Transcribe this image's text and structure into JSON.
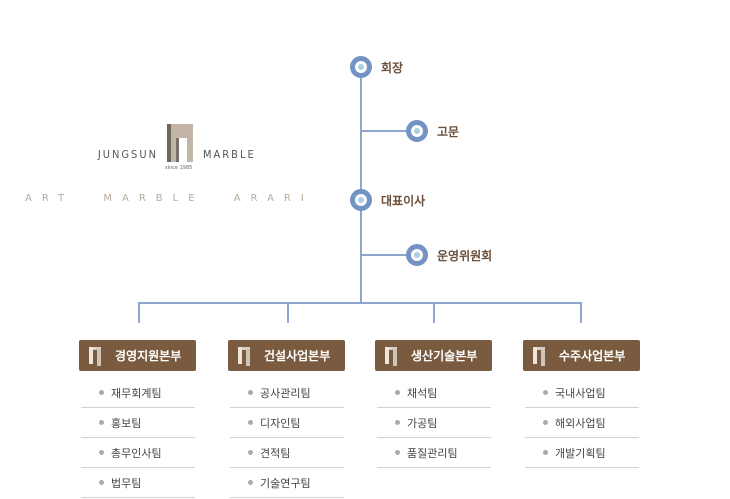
{
  "logo": {
    "left": "JUNGSUN",
    "right": "MARBLE",
    "since": "since 1985",
    "tagline": "ART MARBLE ARARI"
  },
  "nodes": {
    "chairman": "회장",
    "advisor": "고문",
    "ceo": "대표이사",
    "committee": "운영위원회"
  },
  "departments": [
    {
      "name": "경영지원본부",
      "teams": [
        "재무회계팀",
        "홍보팀",
        "총무인사팀",
        "법무팀"
      ]
    },
    {
      "name": "건설사업본부",
      "teams": [
        "공사관리팀",
        "디자인팀",
        "견적팀",
        "기술연구팀"
      ]
    },
    {
      "name": "생산기술본부",
      "teams": [
        "채석팀",
        "가공팀",
        "품질관리팀"
      ]
    },
    {
      "name": "수주사업본부",
      "teams": [
        "국내사업팀",
        "해외사업팀",
        "개발기획팀"
      ]
    }
  ],
  "colors": {
    "line": "#8da5cf",
    "node": "#7393c4",
    "header": "#7a5b3f",
    "text": "#6b4f3a"
  }
}
